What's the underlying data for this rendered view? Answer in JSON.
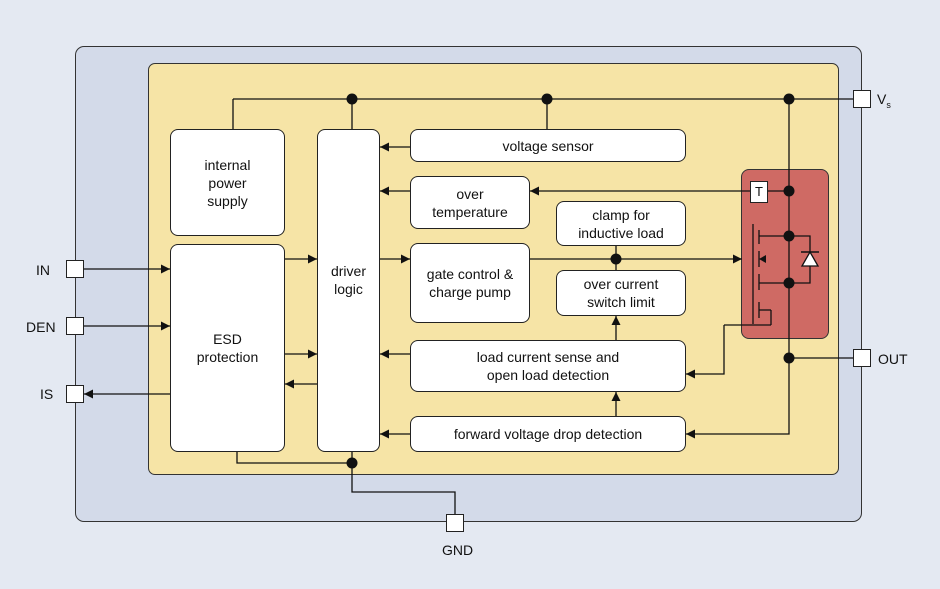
{
  "blocks": {
    "internal_power_supply": "internal power supply",
    "esd_protection": "ESD protection",
    "driver_logic": "driver logic",
    "voltage_sensor": "voltage sensor",
    "over_temperature": "over temperature",
    "clamp": "clamp for inductive load",
    "gate_control": "gate control & charge pump",
    "over_current": "over current switch limit",
    "load_current_sense": "load current sense and open load detection",
    "forward_voltage": "forward voltage drop detection",
    "temp_sensor": "T"
  },
  "pins": {
    "in": "IN",
    "den": "DEN",
    "is": "IS",
    "vs_main": "V",
    "vs_sub": "s",
    "out": "OUT",
    "gnd": "GND"
  },
  "colors": {
    "background": "#e4e9f2",
    "package": "#d3dae9",
    "die": "#f6e4a6",
    "power_stage": "#cf6a64"
  }
}
